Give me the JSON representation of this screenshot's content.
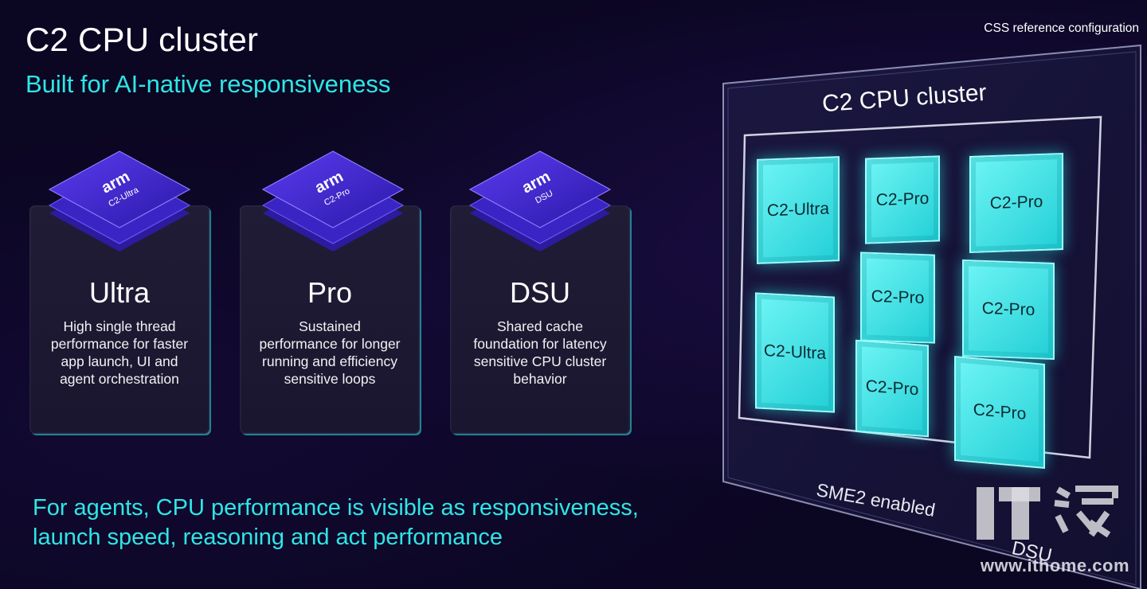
{
  "header": {
    "title": "C2 CPU cluster",
    "subtitle": "Built for AI-native responsiveness",
    "reference": "CSS reference configuration"
  },
  "cards": [
    {
      "chip_brand": "arm",
      "chip_label": "C2-Ultra",
      "title": "Ultra",
      "desc_lines": [
        "High single thread",
        "performance for faster",
        "app launch, UI and",
        "agent orchestration"
      ]
    },
    {
      "chip_brand": "arm",
      "chip_label": "C2-Pro",
      "title": "Pro",
      "desc_lines": [
        "Sustained",
        "performance for longer",
        "running and efficiency",
        "sensitive loops"
      ]
    },
    {
      "chip_brand": "arm",
      "chip_label": "DSU",
      "title": "DSU",
      "desc_lines": [
        "Shared cache",
        "foundation for latency",
        "sensitive CPU cluster",
        "behavior"
      ]
    }
  ],
  "footer": {
    "line1": "For agents, CPU performance is visible as responsiveness,",
    "line2": "launch speed, reasoning and act performance"
  },
  "diagram": {
    "title": "C2 CPU cluster",
    "cores": [
      "C2-Ultra",
      "C2-Pro",
      "C2-Pro",
      "C2-Pro",
      "C2-Pro",
      "C2-Ultra",
      "C2-Pro",
      "C2-Pro"
    ],
    "sme_label": "SME2 enabled",
    "dsu_label": "DSU"
  },
  "watermark": {
    "text": "www.ithome.com"
  },
  "colors": {
    "accent": "#2ee6e6",
    "background": "#0b0622",
    "card": "#1e1934",
    "chip": "#4b2fd6",
    "core": "#33e3e3"
  }
}
